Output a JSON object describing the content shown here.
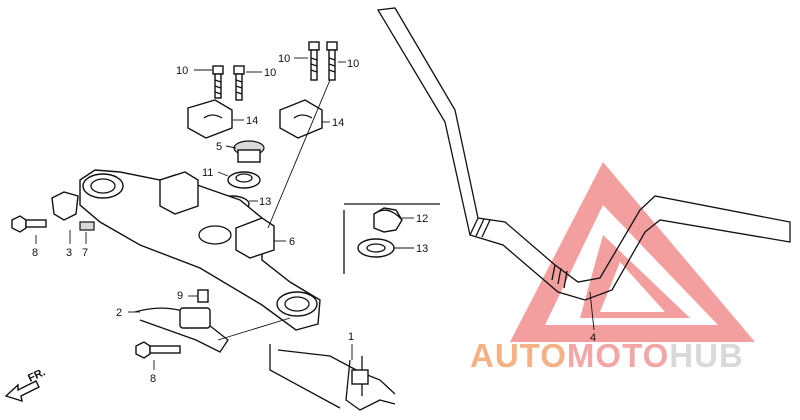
{
  "diagram": {
    "labels": [
      {
        "id": "1",
        "text": "1"
      },
      {
        "id": "2",
        "text": "2"
      },
      {
        "id": "3",
        "text": "3"
      },
      {
        "id": "4",
        "text": "4"
      },
      {
        "id": "5",
        "text": "5"
      },
      {
        "id": "6",
        "text": "6"
      },
      {
        "id": "7",
        "text": "7"
      },
      {
        "id": "8a",
        "text": "8"
      },
      {
        "id": "8b",
        "text": "8"
      },
      {
        "id": "9",
        "text": "9"
      },
      {
        "id": "10a",
        "text": "10"
      },
      {
        "id": "10b",
        "text": "10"
      },
      {
        "id": "10c",
        "text": "10"
      },
      {
        "id": "10d",
        "text": "10"
      },
      {
        "id": "11",
        "text": "11"
      },
      {
        "id": "12",
        "text": "12"
      },
      {
        "id": "13a",
        "text": "13"
      },
      {
        "id": "13b",
        "text": "13"
      },
      {
        "id": "14a",
        "text": "14"
      },
      {
        "id": "14b",
        "text": "14"
      }
    ],
    "front_arrow": "FR.",
    "watermark": {
      "part1": "AUTO",
      "part2": "MOTO",
      "part3": "HUB"
    },
    "colors": {
      "logo_red": "#f08080",
      "logo_orange": "#f4b183",
      "logo_gray": "#d9d9d9",
      "line": "#111111"
    }
  }
}
